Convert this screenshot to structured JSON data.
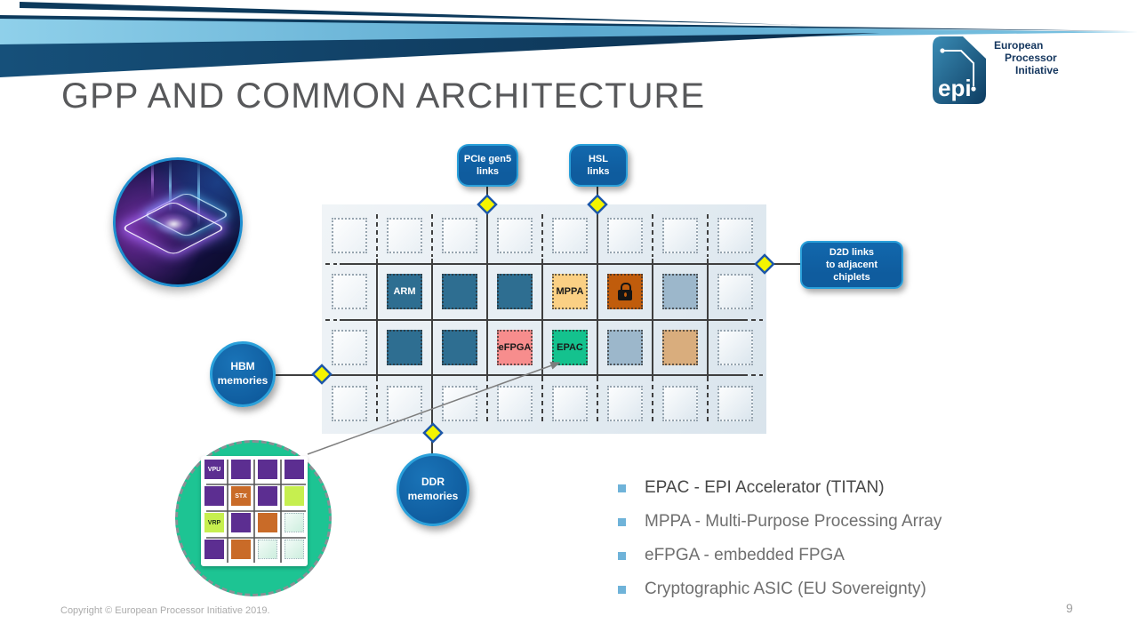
{
  "slide": {
    "title": "GPP AND COMMON ARCHITECTURE",
    "footer": "Copyright © European Processor Initiative 2019.",
    "page_number": "9"
  },
  "logo": {
    "abbr": "epi",
    "lines": [
      "European",
      "Processor",
      "Initiative"
    ]
  },
  "callouts": {
    "pcie": "PCIe gen5\nlinks",
    "hsl": "HSL\nlinks",
    "d2d": "D2D links\nto adjacent\nchiplets",
    "hbm": "HBM\nmemories",
    "ddr": "DDR\nmemories"
  },
  "chiplet_grid": {
    "rows": [
      [
        "empty",
        "empty",
        "empty",
        "empty",
        "empty",
        "empty",
        "empty",
        "empty"
      ],
      [
        "empty",
        "arm",
        "core",
        "core",
        "mppa",
        "crypto",
        "shaded",
        "empty"
      ],
      [
        "empty",
        "core",
        "core",
        "efpga",
        "epac",
        "shaded",
        "tan",
        "empty"
      ],
      [
        "empty",
        "empty",
        "empty",
        "empty",
        "empty",
        "empty",
        "empty",
        "empty"
      ]
    ],
    "labels": {
      "arm": "ARM",
      "mppa": "MPPA",
      "efpga": "eFPGA",
      "epac": "EPAC"
    },
    "styles": {
      "arm": {
        "bg": "#2e6e91",
        "fg": "#ffffff"
      },
      "core": {
        "bg": "#2e6e91"
      },
      "mppa": {
        "bg": "#fbd084",
        "fg": "#1a1a1a"
      },
      "crypto": {
        "bg": "#c05c0c"
      },
      "shaded": {
        "bg": "#9cb7cb"
      },
      "tan": {
        "bg": "#d9ad7d"
      },
      "efpga": {
        "bg": "#f78d8d",
        "fg": "#1a1a1a"
      },
      "epac": {
        "bg": "#14c28e",
        "fg": "#1a1a1a"
      }
    }
  },
  "epac_grid": {
    "rows": [
      [
        "vpu",
        "ppl",
        "ppl",
        "ppl"
      ],
      [
        "ppl",
        "stx",
        "ppl",
        "lime"
      ],
      [
        "vrp",
        "ppl",
        "org",
        "empty"
      ],
      [
        "ppl",
        "org",
        "empty",
        "empty"
      ]
    ],
    "labels": {
      "vpu": "VPU",
      "stx": "STX",
      "vrp": "VRP"
    },
    "styles": {
      "vpu": {
        "bg": "#5c2e91",
        "fg": "#ffffff"
      },
      "ppl": {
        "bg": "#5c2e91"
      },
      "stx": {
        "bg": "#c96b28",
        "fg": "#ffffff"
      },
      "lime": {
        "bg": "#c6ef4f"
      },
      "vrp": {
        "bg": "#c6ef4f",
        "fg": "#20351c"
      },
      "org": {
        "bg": "#c96b28"
      }
    }
  },
  "bullets": [
    {
      "text": "EPAC - EPI Accelerator (TITAN)",
      "emphasis": true
    },
    {
      "text": "MPPA - Multi-Purpose Processing Array"
    },
    {
      "text": "eFPGA - embedded FPGA"
    },
    {
      "text": "Cryptographic ASIC (EU Sovereignty)"
    }
  ],
  "colors": {
    "accent": "#6fb3d9",
    "callout_bg": "#0f5c9e",
    "callout_border": "#2aa0da",
    "diamond": "#f4f400",
    "diamond_border": "#1c57a8",
    "panel_line": "#3f3f3f",
    "green": "#1dc493",
    "navy": "#0d3a5c"
  }
}
